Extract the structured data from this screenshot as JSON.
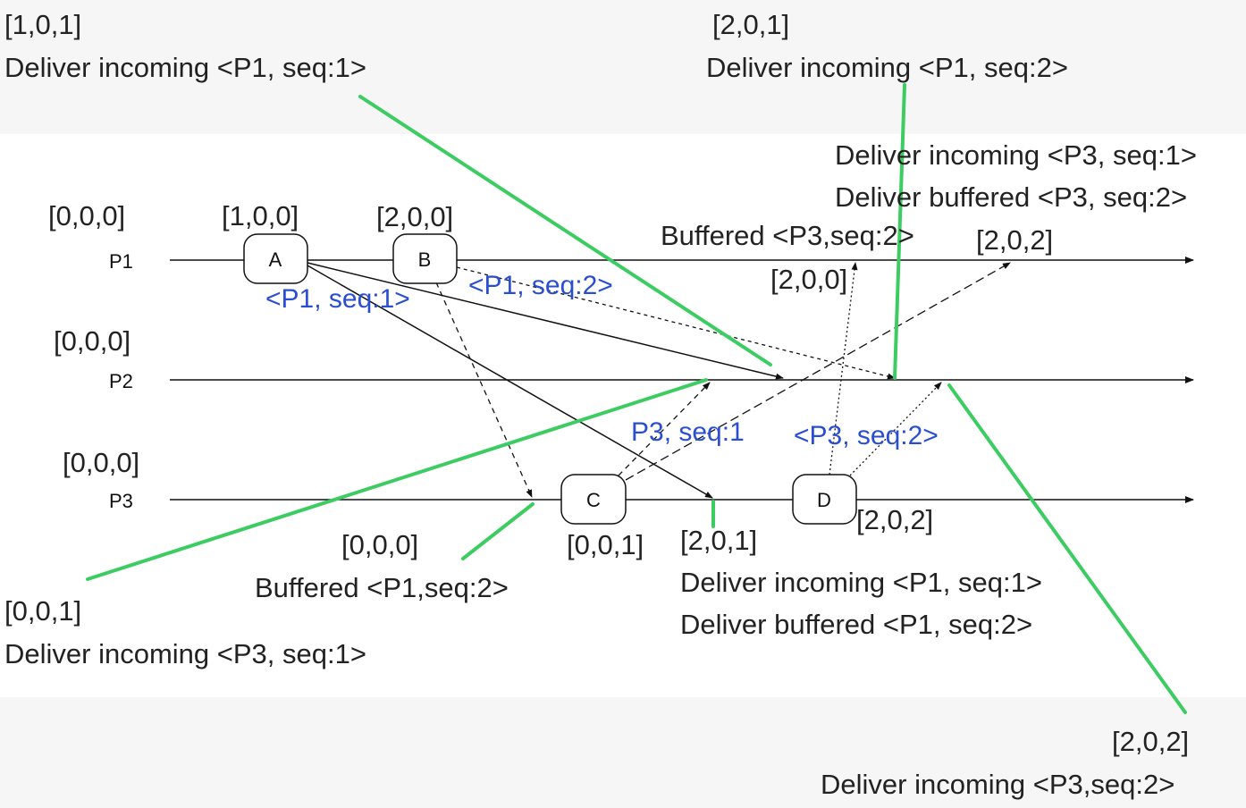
{
  "colors": {
    "line": "#111111",
    "callout": "#3ccc62",
    "message_label": "#2a4ed1",
    "text": "#222222"
  },
  "processes": [
    {
      "id": "P1",
      "label": "P1",
      "initial_clock": "[0,0,0]"
    },
    {
      "id": "P2",
      "label": "P2",
      "initial_clock": "[0,0,0]"
    },
    {
      "id": "P3",
      "label": "P3",
      "initial_clock": "[0,0,0]"
    }
  ],
  "events": [
    {
      "id": "A",
      "label": "A",
      "process": "P1",
      "clock": "[1,0,0]"
    },
    {
      "id": "B",
      "label": "B",
      "process": "P1",
      "clock": "[2,0,0]"
    },
    {
      "id": "C",
      "label": "C",
      "process": "P3",
      "clock": "[0,0,1]"
    },
    {
      "id": "D",
      "label": "D",
      "process": "P3",
      "clock": "[2,0,2]"
    }
  ],
  "messages": [
    {
      "label": "<P1, seq:1>"
    },
    {
      "label": "<P1, seq:2>"
    },
    {
      "label": "P3, seq:1"
    },
    {
      "label": "<P3, seq:2>"
    }
  ],
  "annotations": {
    "p1_seq1_at_p2": {
      "clock": "[1,0,1]",
      "text": "Deliver incoming <P1, seq:1>"
    },
    "p1_seq2_at_p2": {
      "clock": "[2,0,1]",
      "text": "Deliver incoming <P1, seq:2>"
    },
    "p3_seq1_at_p1": {
      "line1": "Deliver incoming <P3, seq:1>",
      "line2": "Deliver buffered <P3, seq:2>"
    },
    "p3_seq2_buffered_at_p1": {
      "text": "Buffered <P3,seq:2>",
      "clock_final": "[2,0,2]",
      "clock_before": "[2,0,0]"
    },
    "p3_seq1_at_p2": {
      "clock": "[0,0,1]",
      "text": "Deliver incoming <P3, seq:1>"
    },
    "p1_seq2_buffered_at_p3": {
      "clock": "[0,0,0]",
      "text": "Buffered <P1,seq:2>"
    },
    "p1_at_p3": {
      "clock": "[2,0,1]",
      "line1": "Deliver incoming <P1, seq:1>",
      "line2": "Deliver buffered <P1, seq:2>"
    },
    "p3_seq2_at_p2": {
      "clock": "[2,0,2]",
      "text": "Deliver incoming <P3,seq:2>"
    }
  }
}
